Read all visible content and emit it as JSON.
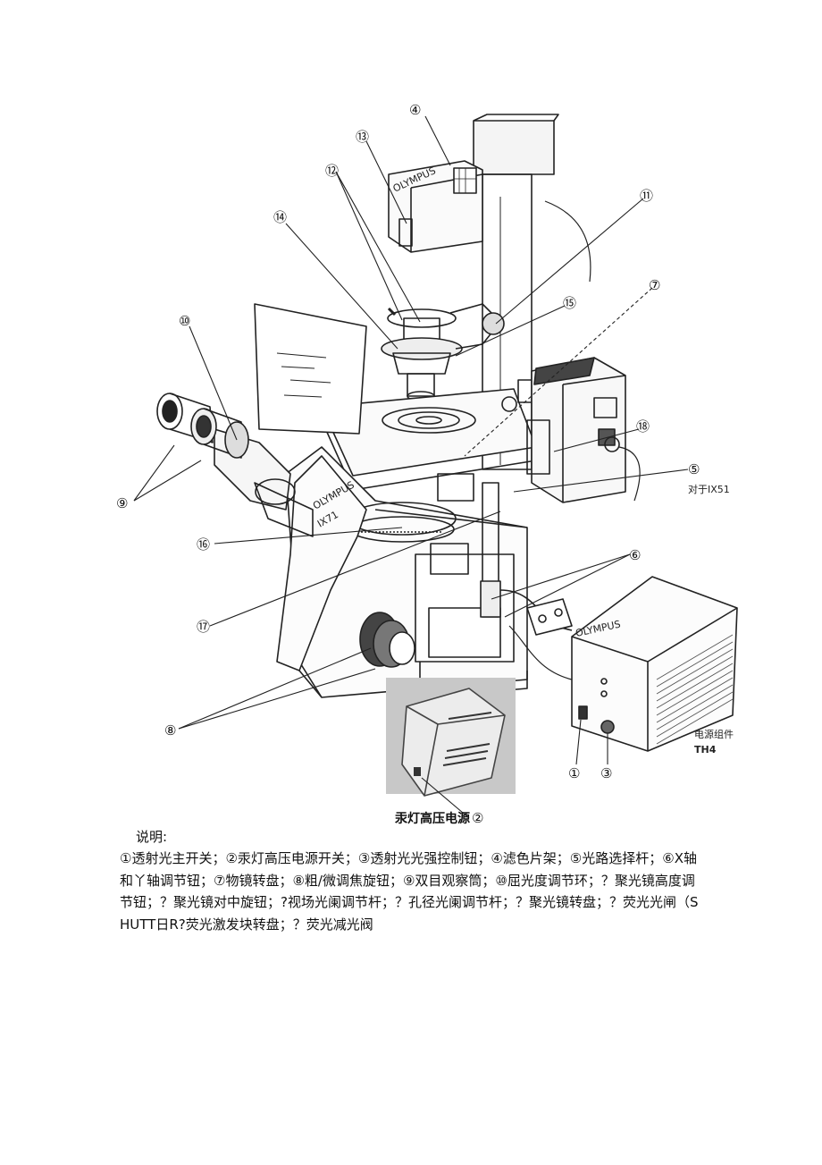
{
  "figure": {
    "callouts": {
      "c4": "④",
      "c13": "⑬",
      "c12": "⑫",
      "c14": "⑭",
      "c11": "⑪",
      "c7": "⑦",
      "c15": "⑮",
      "c10": "⑩",
      "c18": "⑱",
      "c9": "⑨",
      "c5": "⑤",
      "c16": "⑯",
      "c6": "⑥",
      "c17": "⑰",
      "c8": "⑧",
      "c1": "①",
      "c3": "③",
      "c2": "②"
    },
    "brand_olympus": "OLYMPUS",
    "model_ix71": "IX71",
    "note_ix51": "对于IX51",
    "power_unit_label": "电源组件",
    "power_unit_model": "TH4",
    "photo_caption": "汞灯高压电源"
  },
  "explanation": {
    "label": "说明:",
    "text": "①透射光主开关；②汞灯高压电源开关；③透射光光强控制钮；④滤色片架；⑤光路选择杆；⑥X轴和丫轴调节钮；⑦物镜转盘；⑧粗/微调焦旋钮；⑨双目观察筒；⑩屈光度调节环；？聚光镜高度调节钮；？聚光镜对中旋钮；?视场光阑调节杆；？孔径光阑调节杆；？聚光镜转盘；？荧光光闸（SHUTT日R?荧光激发块转盘；？荧光减光阀"
  }
}
